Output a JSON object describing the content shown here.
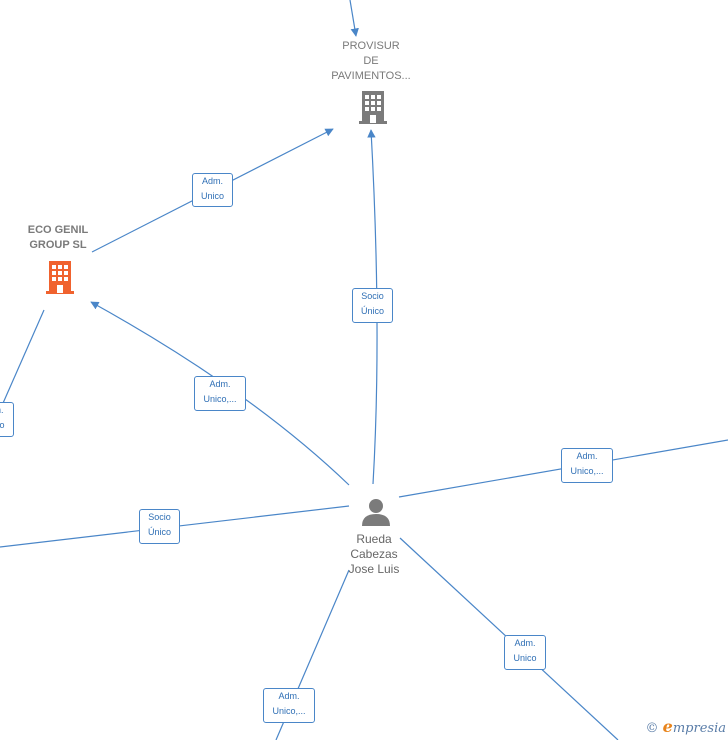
{
  "nodes": {
    "provisur": {
      "label": "PROVISUR\nDE\nPAVIMENTOS..."
    },
    "eco_genil": {
      "label": "ECO GENIL\nGROUP  SL"
    },
    "person": {
      "label": "Rueda\nCabezas\nJose Luis"
    }
  },
  "edges": {
    "eco_to_provisur": "Adm.\nUnico",
    "person_to_provisur": "Socio\nÚnico",
    "person_to_eco": "Adm.\nUnico,...",
    "person_to_right": "Adm.\nUnico,...",
    "person_to_left": "Socio\nÚnico",
    "person_to_bottom_left": "Adm.\nUnico,...",
    "person_to_bottom_right": "Adm.\nUnico",
    "eco_to_offscreen": "Adm.\nUnico"
  },
  "colors": {
    "edge": "#4a86c8",
    "company_icon_grey": "#7b7b7b",
    "company_icon_orange": "#f0622e",
    "person_icon": "#7b7b7b"
  },
  "watermark": {
    "symbol": "©",
    "brand_initial": "e",
    "brand_rest": "mpresia"
  }
}
